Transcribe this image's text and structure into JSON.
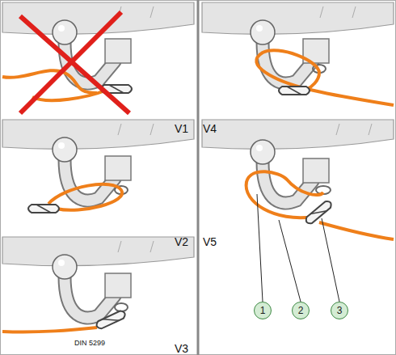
{
  "diagram": {
    "nodes": [
      {
        "text": [
          "1"
        ]
      },
      {
        "text": [
          "2"
        ]
      },
      {
        "text": [
          "3"
        ]
      }
    ],
    "labels": [
      "V1",
      "V2",
      "V3",
      "V4",
      "V5",
      "DIN 5299"
    ]
  }
}
